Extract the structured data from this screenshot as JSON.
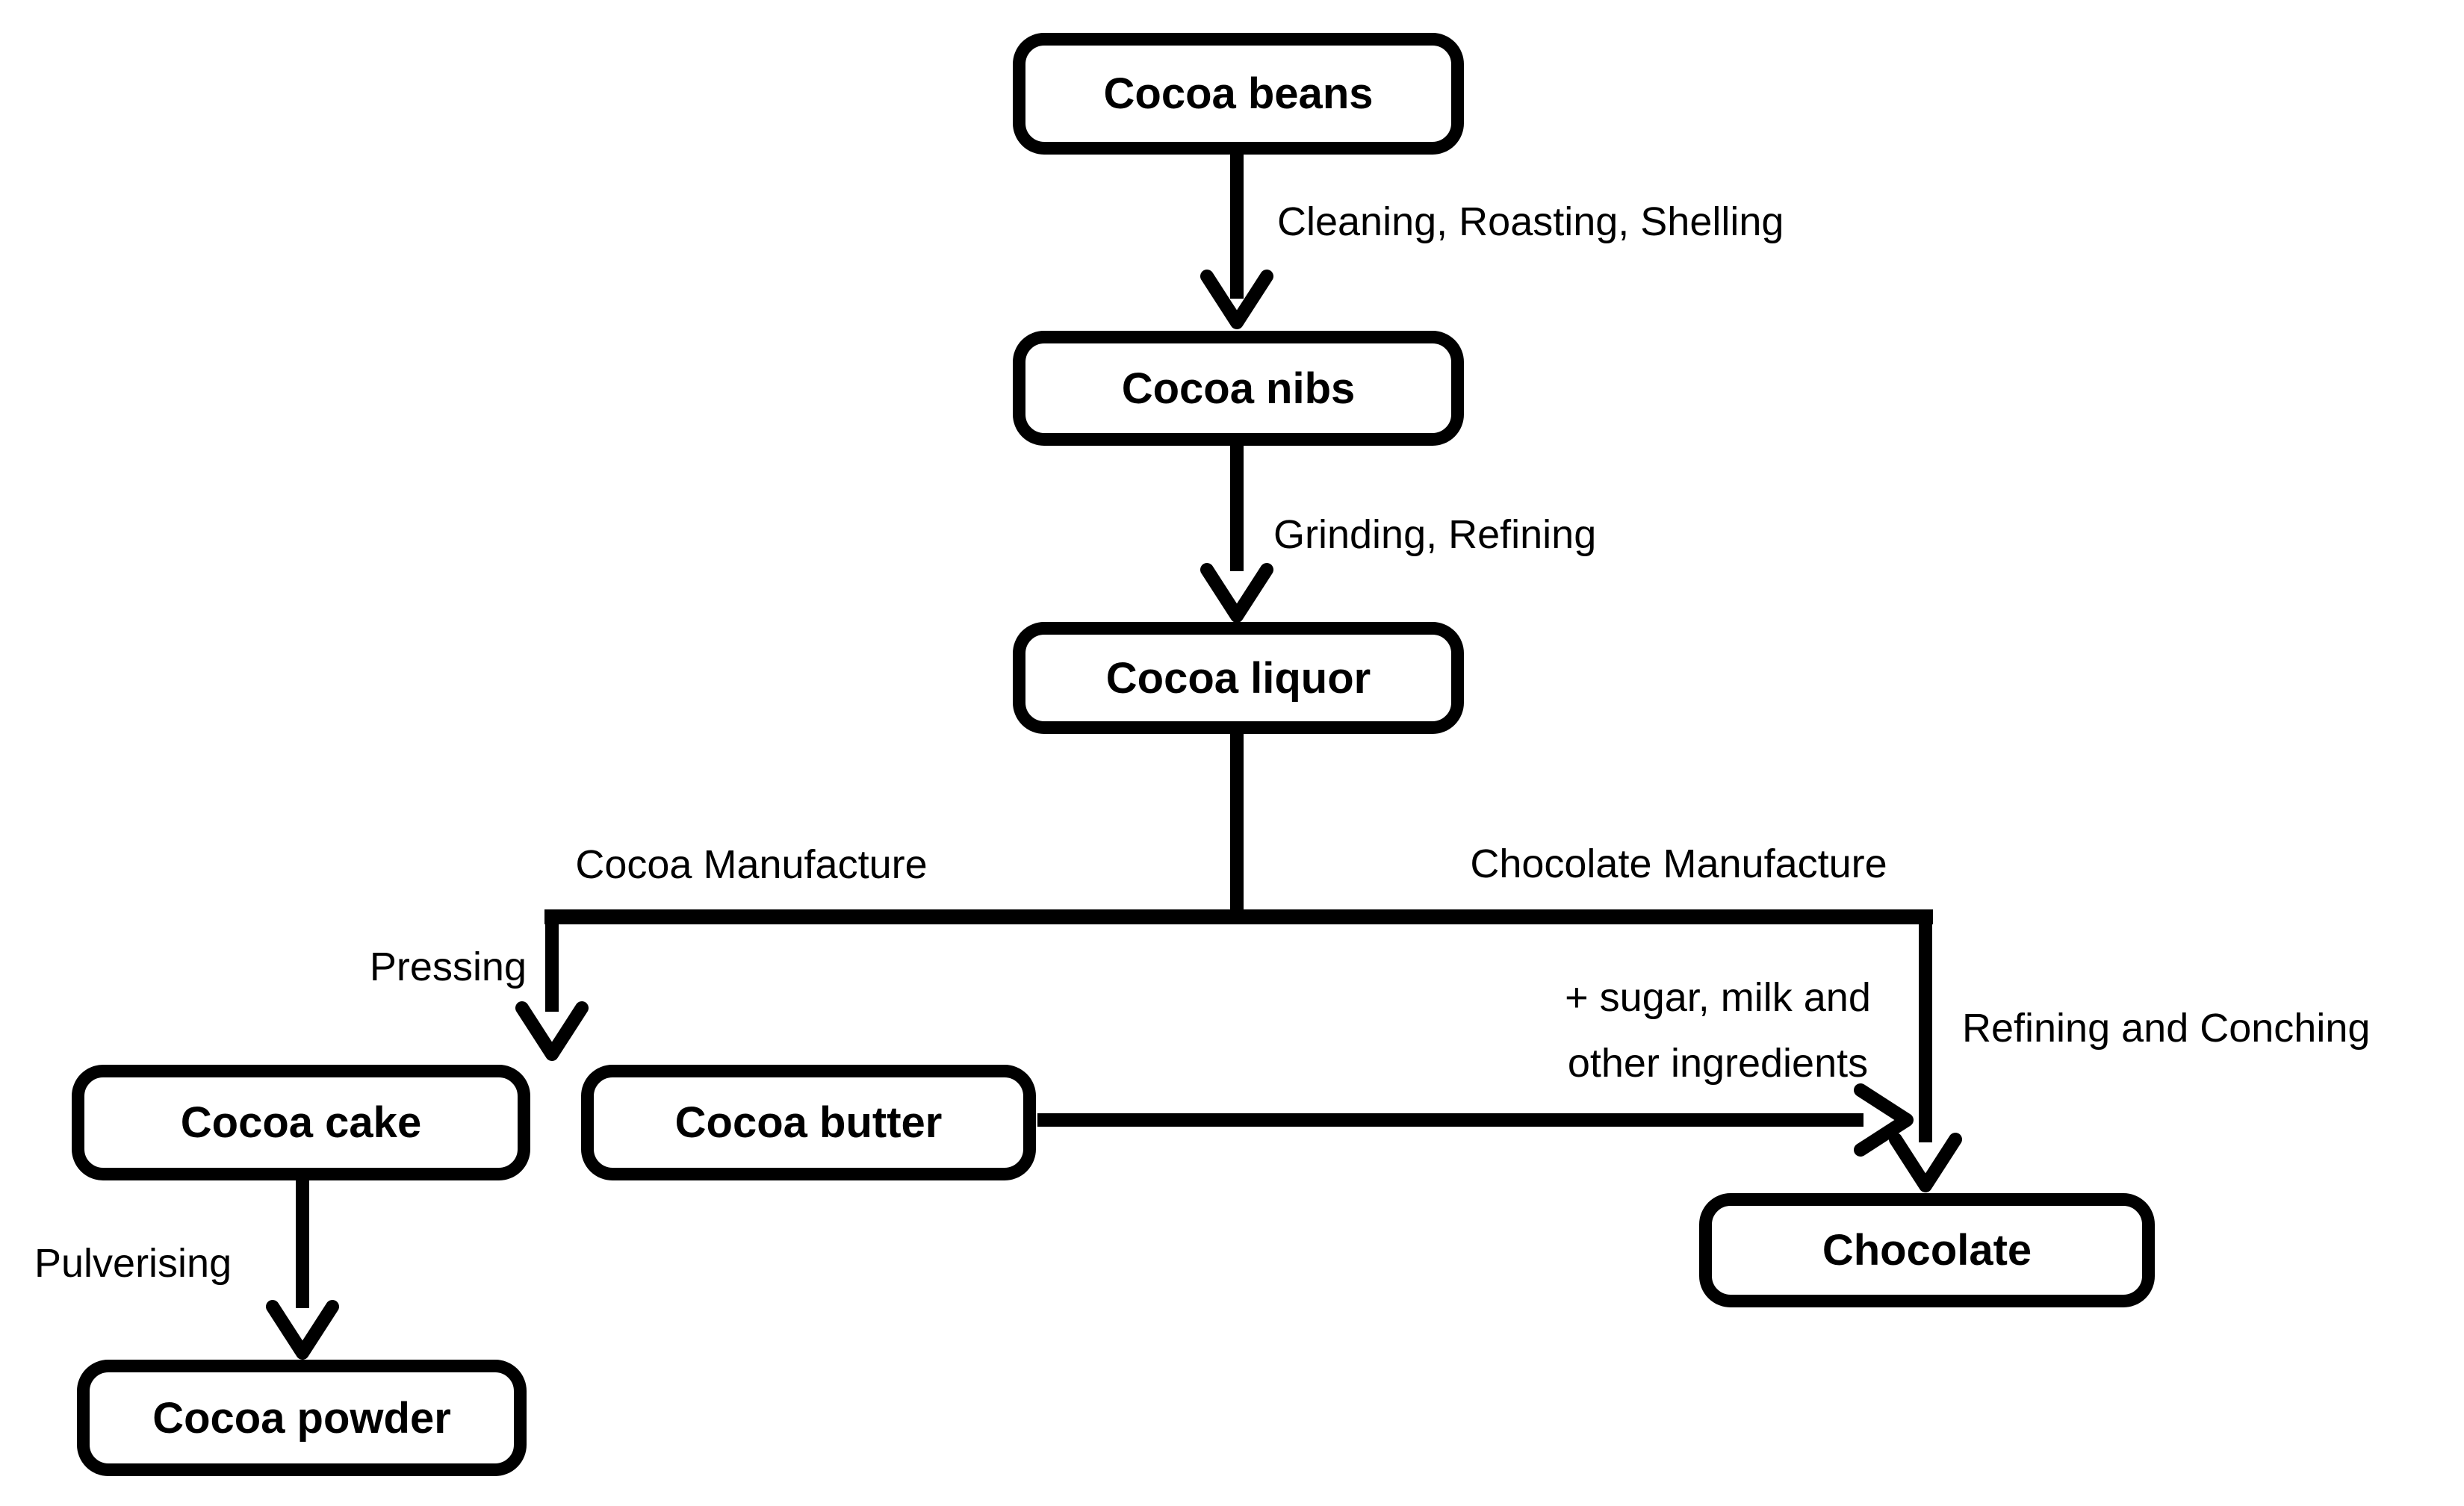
{
  "colors": {
    "ink": "#000000",
    "background": "#ffffff"
  },
  "nodes": {
    "cocoa_beans": {
      "label": "Cocoa beans"
    },
    "cocoa_nibs": {
      "label": "Cocoa nibs"
    },
    "cocoa_liquor": {
      "label": "Cocoa liquor"
    },
    "cocoa_cake": {
      "label": "Cocoa cake"
    },
    "cocoa_butter": {
      "label": "Cocoa butter"
    },
    "chocolate": {
      "label": "Chocolate"
    },
    "cocoa_powder": {
      "label": "Cocoa powder"
    }
  },
  "edge_labels": {
    "cleaning_roasting_shelling": "Cleaning, Roasting, Shelling",
    "grinding_refining": "Grinding, Refining",
    "cocoa_manufacture": "Cocoa Manufacture",
    "chocolate_manufacture": "Chocolate Manufacture",
    "pressing": "Pressing",
    "sugar_milk_line1": "+ sugar, milk and",
    "sugar_milk_line2": "other ingredients",
    "refining_and_conching": "Refining and Conching",
    "pulverising": "Pulverising"
  }
}
